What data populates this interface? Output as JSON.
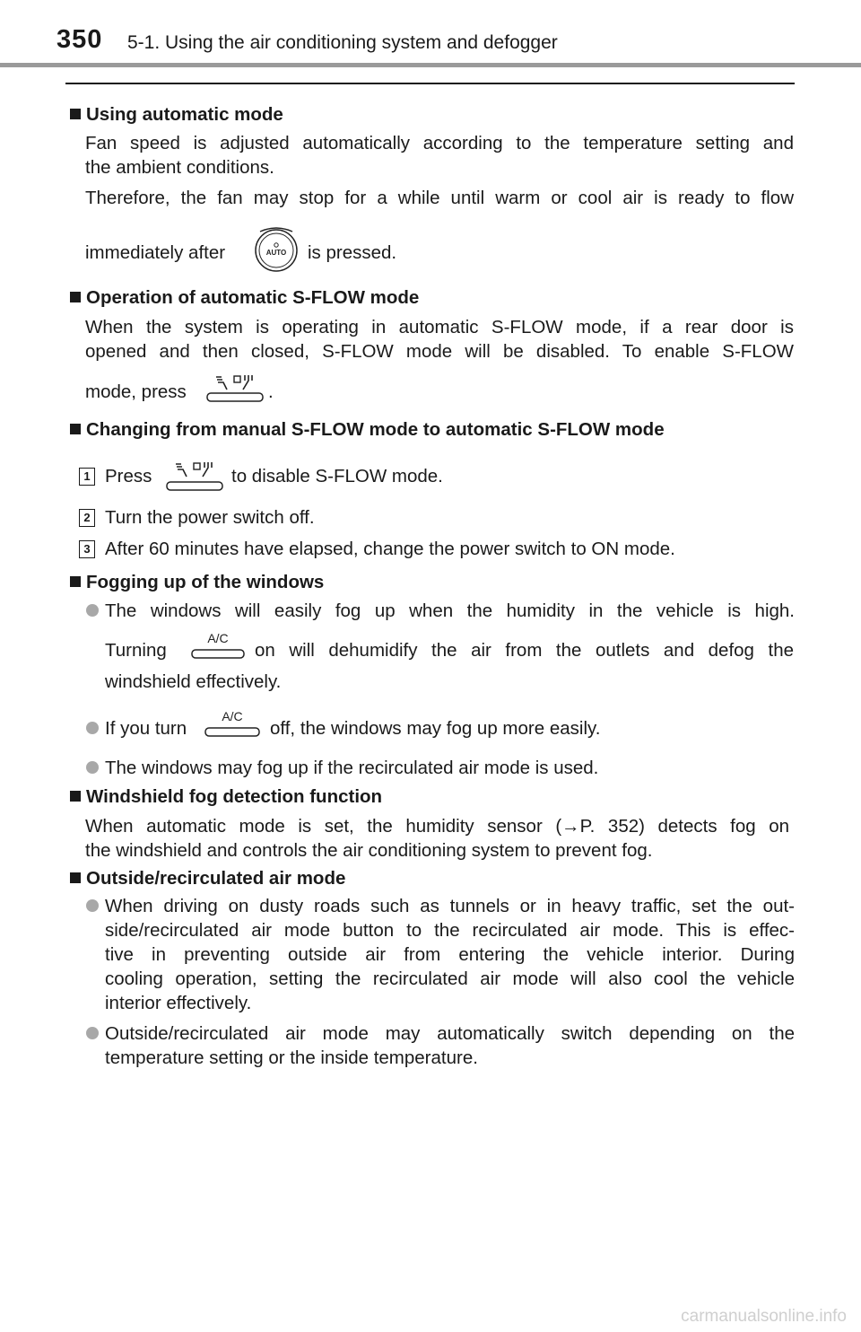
{
  "header": {
    "page_number": "350",
    "chapter": "5-1. Using the air conditioning system and defogger"
  },
  "sections": {
    "auto_mode": {
      "title": "Using automatic mode",
      "p1a": "Fan speed is adjusted automatically according to the temperature setting and",
      "p1b": "the ambient conditions.",
      "p2": "Therefore, the fan may stop for a while until warm or cool air is ready to flow",
      "p3_pre": "immediately after",
      "p3_post": "is pressed."
    },
    "sflow_auto": {
      "title": "Operation of automatic S-FLOW mode",
      "p1": "When the system is operating in automatic S-FLOW mode, if a rear door is",
      "p2": "opened and then closed, S-FLOW mode will be disabled. To enable S-FLOW",
      "p3_pre": "mode, press",
      "p3_post": "."
    },
    "sflow_change": {
      "title": "Changing from manual S-FLOW mode to automatic S-FLOW mode",
      "steps": [
        {
          "num": "1",
          "pre": "Press",
          "post": "to disable S-FLOW mode."
        },
        {
          "num": "2",
          "text": "Turn the power switch off."
        },
        {
          "num": "3",
          "text": "After 60 minutes have elapsed, change the power switch to ON mode."
        }
      ]
    },
    "fogging": {
      "title": "Fogging up of the windows",
      "b1a": "The windows will easily fog up when the humidity in the vehicle is high.",
      "b1b_pre": "Turning",
      "b1b_post": "on will dehumidify the air from the outlets and defog the",
      "b1c": "windshield effectively.",
      "b2_pre": "If you turn",
      "b2_post": "off, the windows may fog up more easily.",
      "b3": "The windows may fog up if the recirculated air mode is used."
    },
    "fog_detect": {
      "title": "Windshield fog detection function",
      "p1": "When automatic mode is set, the humidity sensor (→P. 352) detects fog on",
      "p2": "the windshield and controls the air conditioning system to prevent fog."
    },
    "recirc": {
      "title": "Outside/recirculated air mode",
      "b1": [
        "When driving on dusty roads such as tunnels or in heavy traffic, set the out-",
        "side/recirculated air mode button to the recirculated air mode. This is effec-",
        "tive in preventing outside air from entering the vehicle interior. During",
        "cooling operation, setting the recirculated air mode will also cool the vehicle",
        "interior effectively."
      ],
      "b2": [
        "Outside/recirculated air mode may automatically switch depending on the",
        "temperature setting or the inside temperature."
      ]
    }
  },
  "icons": {
    "auto_button_label": "AUTO",
    "ac_button_label": "A/C",
    "sflow_icon": "s-flow-button-icon"
  },
  "watermark": "carmanualsonline.info"
}
